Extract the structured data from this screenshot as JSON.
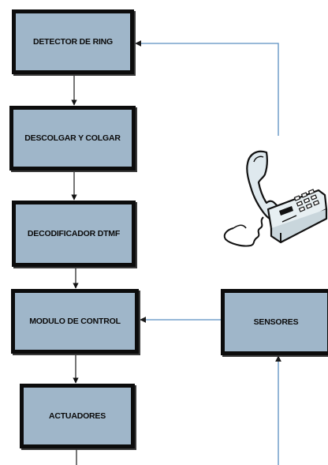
{
  "blocks": {
    "detector": "DETECTOR DE RING",
    "descolgar": "DESCOLGAR Y COLGAR",
    "decodificador": "DECODIFICADOR DTMF",
    "modulo": "MODULO DE CONTROL",
    "actuadores": "ACTUADORES",
    "sensores": "SENSORES"
  },
  "icons": {
    "phone": "telephone-icon"
  },
  "colors": {
    "block_fill": "#9fb6c9",
    "block_border": "#0c0c0c",
    "connector": "#5b8fc1",
    "arrow_dark": "#111111"
  }
}
